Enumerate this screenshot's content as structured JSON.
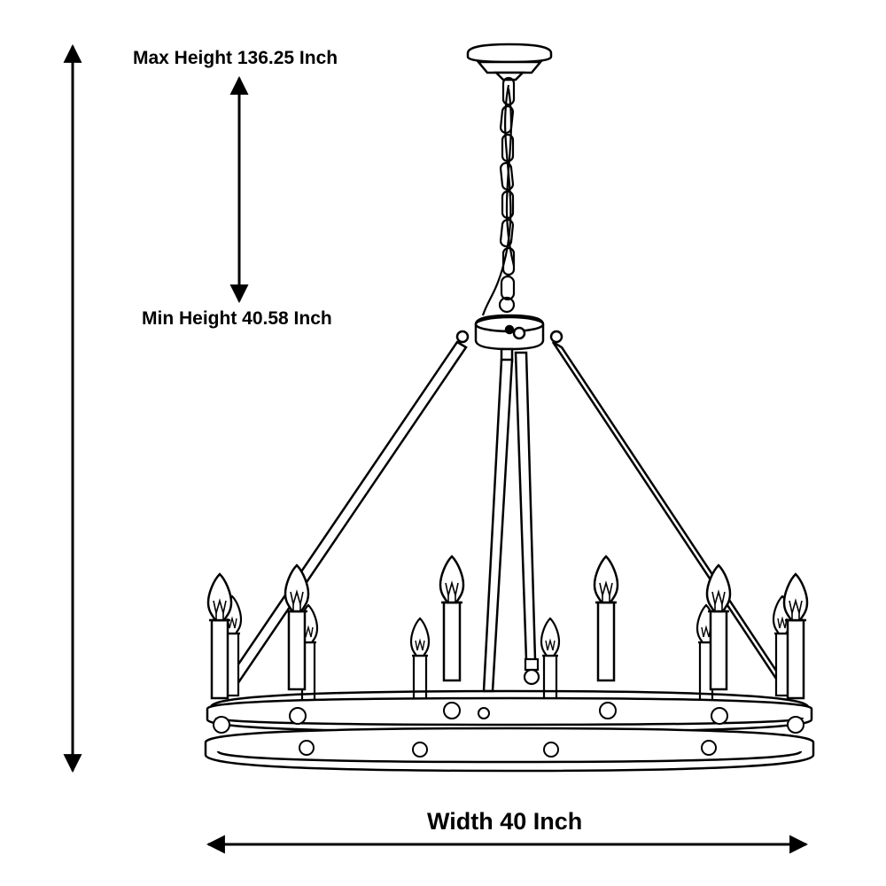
{
  "dimensions": {
    "max_height": "Max Height 136.25 Inch",
    "min_height": "Min Height 40.58 Inch",
    "width": "Width 40 Inch"
  },
  "colors": {
    "line": "#000000",
    "background": "#ffffff"
  }
}
